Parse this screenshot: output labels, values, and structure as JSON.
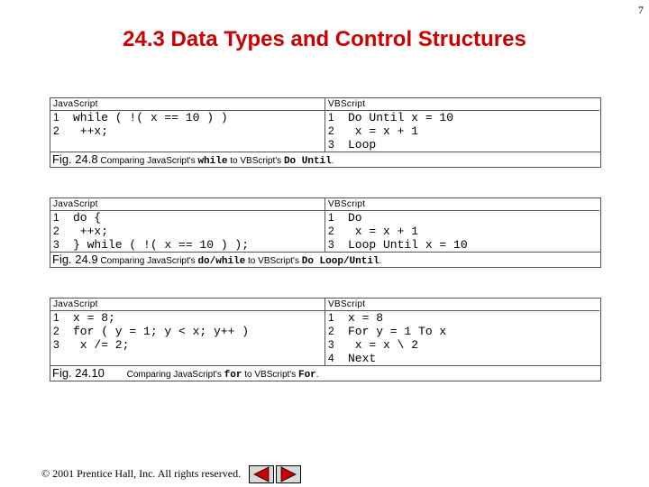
{
  "page_number": "7",
  "title": "24.3 Data Types and Control Structures",
  "figures": [
    {
      "js_header": "JavaScript",
      "vb_header": "VBScript",
      "js_lines": [
        {
          "n": "1",
          "code": "while ( !( x == 10 ) )"
        },
        {
          "n": "2",
          "code": "   ++x;"
        }
      ],
      "vb_lines": [
        {
          "n": "1",
          "code": "Do Until x = 10"
        },
        {
          "n": "2",
          "code": "   x = x + 1"
        },
        {
          "n": "3",
          "code": "Loop"
        }
      ],
      "caption": {
        "label": "Fig. 24.8",
        "t1": "Comparing JavaScript's ",
        "c1": "while",
        "t2": " to VBScript's ",
        "c2": "Do Until",
        "t3": "."
      }
    },
    {
      "js_header": "JavaScript",
      "vb_header": "VBScript",
      "js_lines": [
        {
          "n": "1",
          "code": "do {"
        },
        {
          "n": "2",
          "code": "   ++x;"
        },
        {
          "n": "3",
          "code": "} while ( !( x == 10 ) );"
        }
      ],
      "vb_lines": [
        {
          "n": "1",
          "code": "Do"
        },
        {
          "n": "2",
          "code": "   x = x + 1"
        },
        {
          "n": "3",
          "code": "Loop Until x = 10"
        }
      ],
      "caption": {
        "label": "Fig. 24.9",
        "t1": "Comparing JavaScript's ",
        "c1": "do/while",
        "t2": " to VBScript's ",
        "c2": "Do Loop/Until",
        "t3": "."
      }
    },
    {
      "js_header": "JavaScript",
      "vb_header": "VBScript",
      "js_lines": [
        {
          "n": "1",
          "code": "x = 8;"
        },
        {
          "n": "2",
          "code": "for ( y = 1; y < x; y++ )"
        },
        {
          "n": "3",
          "code": "   x /= 2;"
        }
      ],
      "vb_lines": [
        {
          "n": "1",
          "code": "x = 8"
        },
        {
          "n": "2",
          "code": "For y = 1 To x"
        },
        {
          "n": "3",
          "code": "   x = x \\ 2"
        },
        {
          "n": "4",
          "code": "Next"
        }
      ],
      "caption": {
        "label": "Fig. 24.10",
        "t1": "Comparing JavaScript's ",
        "c1": "for",
        "t2": " to VBScript's ",
        "c2": "For",
        "t3": "."
      }
    }
  ],
  "copyright": "© 2001 Prentice Hall, Inc.  All rights reserved.",
  "nav": {
    "prev_icon": "left-arrow-icon",
    "next_icon": "right-arrow-icon",
    "button_color": "#cc0000",
    "button_border": "#000000"
  }
}
